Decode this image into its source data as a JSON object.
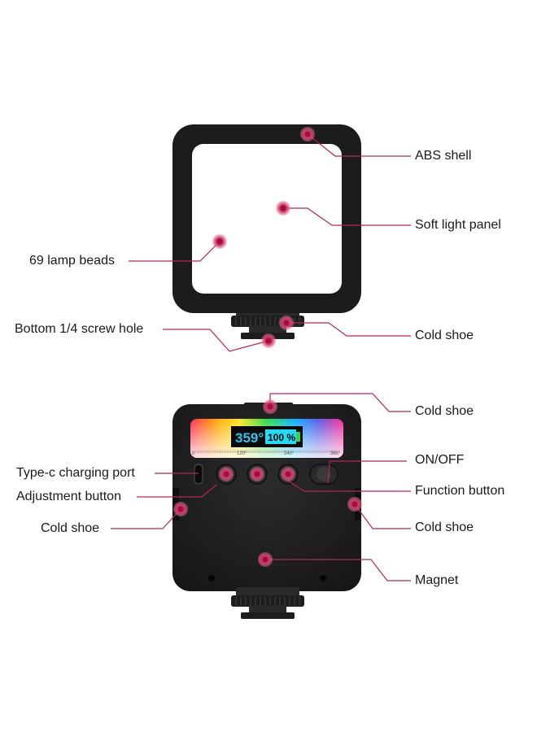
{
  "colors": {
    "callout": "#b0284f",
    "callout_dot": "#c2185b",
    "device_body": "#1c1c1e",
    "screen_temp": "#2ec4e8",
    "screen_battery": "#28d7f0"
  },
  "top_view": {
    "labels": {
      "abs_shell": "ABS shell",
      "soft_light_panel": "Soft light panel",
      "lamp_beads": "69 lamp beads",
      "screw_hole": "Bottom 1/4 screw hole",
      "cold_shoe": "Cold shoe"
    }
  },
  "bottom_view": {
    "labels": {
      "cold_shoe_top": "Cold shoe",
      "on_off": "ON/OFF",
      "type_c": "Type-c charging port",
      "adjustment": "Adjustment button",
      "function": "Function button",
      "cold_shoe_left": "Cold shoe",
      "cold_shoe_right": "Cold shoe",
      "magnet": "Magnet"
    },
    "screen": {
      "hue_readout": "359°",
      "battery_readout": "100 %"
    },
    "hue_scale": {
      "ticks": [
        "0°",
        "120°",
        "240°",
        "360°"
      ]
    }
  }
}
